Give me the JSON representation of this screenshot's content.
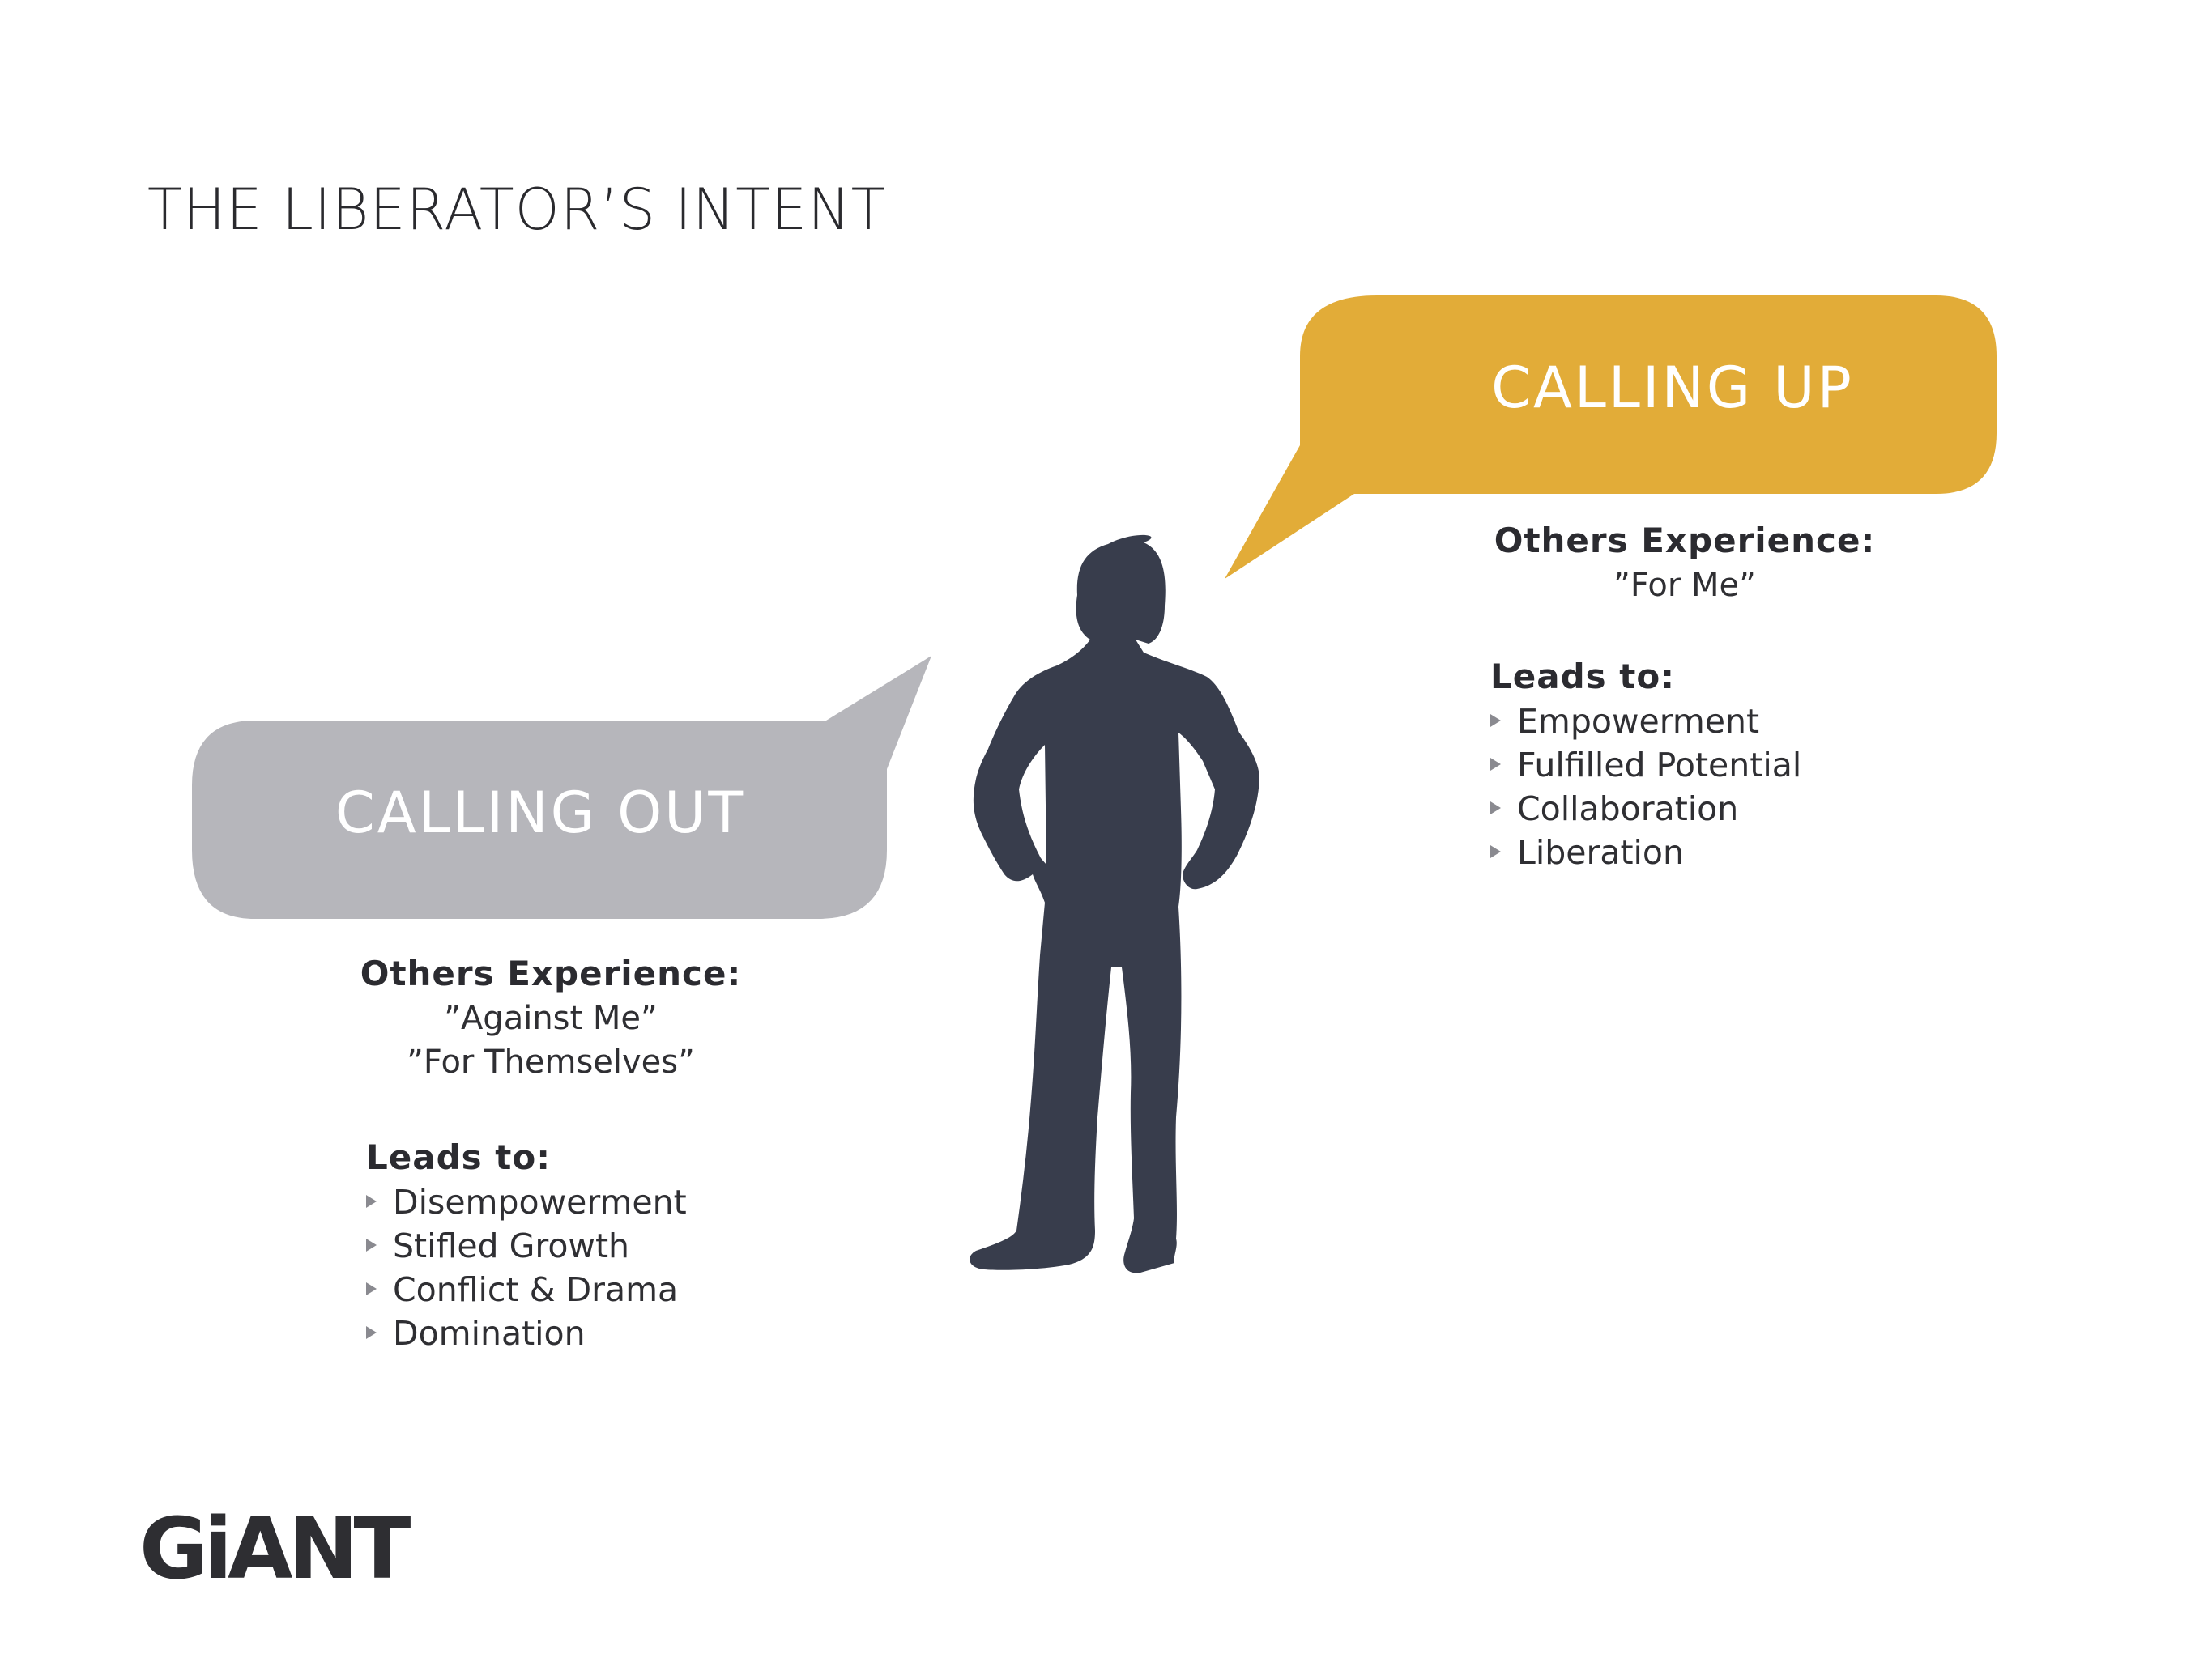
{
  "title": "THE LIBERATOR’S INTENT",
  "calling_up": {
    "label": "CALLING UP",
    "color": "#E2AC38",
    "experience_heading": "Others Experience:",
    "experience_quotes": [
      "”For Me”"
    ],
    "leads_heading": "Leads to:",
    "leads_items": [
      "Empowerment",
      "Fulfilled Potential",
      "Collaboration",
      "Liberation"
    ]
  },
  "calling_out": {
    "label": "CALLING OUT",
    "color": "#B6B6BB",
    "experience_heading": "Others Experience:",
    "experience_quotes": [
      "”Against Me”",
      "”For Themselves”"
    ],
    "leads_heading": "Leads to:",
    "leads_items": [
      "Disempowerment",
      "Stifled Growth",
      "Conflict & Drama",
      "Domination"
    ]
  },
  "figure_color": "#383D4C",
  "logo": "GiANT",
  "icons": [
    "person-silhouette-icon",
    "speech-bubble-icon",
    "bullet-triangle-icon"
  ]
}
